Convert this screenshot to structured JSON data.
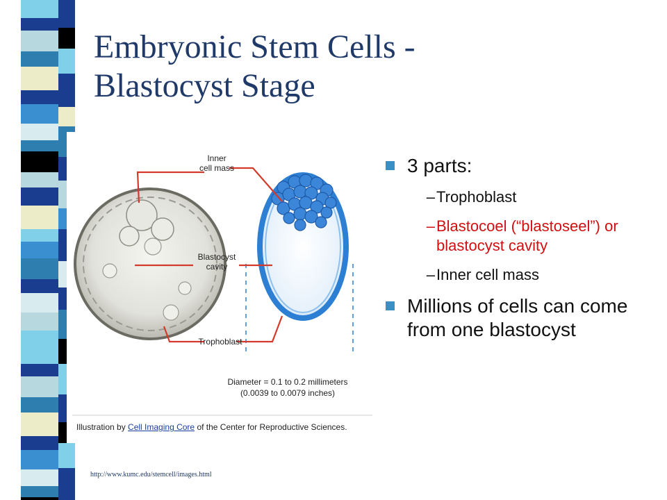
{
  "slide": {
    "title_line1": "Embryonic Stem Cells -",
    "title_line2": "Blastocyst Stage"
  },
  "colors": {
    "title": "#1f3a68",
    "bullet_marker": "#3a8fc4",
    "highlight": "#d01010",
    "strip_palette": [
      "#1a3d8f",
      "#7fd0e8",
      "#b8d8e0",
      "#2e7fb0",
      "#ececc8",
      "#3a8fd0",
      "#d8ecf0",
      "#000000"
    ]
  },
  "bullets": [
    {
      "text": "3 parts:",
      "subitems": [
        {
          "text": "Trophoblast",
          "highlight": false
        },
        {
          "text": "Blastocoel (“blastoseel”) or blastocyst cavity",
          "highlight": true
        },
        {
          "text": "Inner cell mass",
          "highlight": false
        }
      ]
    },
    {
      "text": "Millions of cells can come from one blastocyst",
      "subitems": []
    }
  ],
  "figure": {
    "label_inner_line1": "Inner",
    "label_inner_line2": "cell mass",
    "label_cavity_line1": "Blastocyst",
    "label_cavity_line2": "cavity",
    "label_trophoblast": "Trophoblast",
    "diameter_line1": "Diameter = 0.1 to 0.2 millimeters",
    "diameter_line2": "(0.0039 to 0.0079 inches)",
    "caption_prefix": "Illustration by",
    "caption_link": "Cell Imaging Core",
    "caption_suffix": "of the Center for Reproductive Sciences."
  },
  "source_url": "http://www.kumc.edu/stemcell/images.html"
}
